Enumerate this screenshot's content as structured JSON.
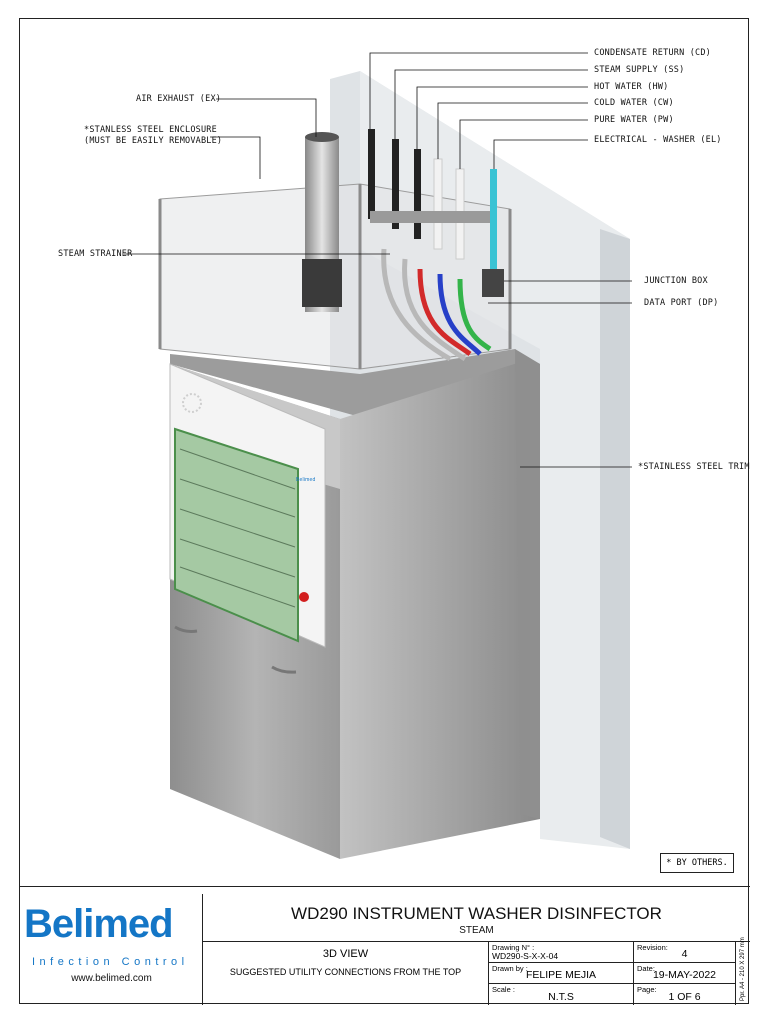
{
  "labels": {
    "condensate_return": "CONDENSATE RETURN (CD)",
    "steam_supply": "STEAM SUPPLY (SS)",
    "hot_water": "HOT WATER (HW)",
    "cold_water": "COLD WATER (CW)",
    "pure_water": "PURE WATER (PW)",
    "electrical_washer": "ELECTRICAL - WASHER (EL)",
    "air_exhaust": "AIR EXHAUST (EX)",
    "enclosure_line1": "*STANLESS STEEL ENCLOSURE",
    "enclosure_line2": "(MUST BE EASILY REMOVABLE)",
    "steam_strainer": "STEAM STRAINER",
    "junction_box": "JUNCTION BOX",
    "data_port": "DATA PORT (DP)",
    "steel_trim": "*STAINLESS STEEL TRIM",
    "by_others": "* BY OTHERS.",
    "machine_brand": "Belimed"
  },
  "colors": {
    "brand_blue": "#1476c6",
    "brand_green": "#2aa845",
    "steel": "#a7a7a7",
    "wall": "#d9dde0",
    "hot_pipe": "#d22a2a",
    "cold_pipe": "#2740c8",
    "pure_pipe": "#34b44a",
    "electric_pipe": "#39c3d4"
  },
  "title_block": {
    "logo_text": "Belimed",
    "logo_subtitle": "Infection Control",
    "website": "www.belimed.com",
    "title": "WD290 INSTRUMENT WASHER DISINFECTOR",
    "subtitle": "STEAM",
    "view": "3D VIEW",
    "description": "SUGGESTED UTILITY CONNECTIONS FROM THE TOP",
    "drawing_no_label": "Drawing N° :",
    "drawing_no": "WD290-S-X-X-04",
    "revision_label": "Revision:",
    "revision": "4",
    "drawn_by_label": "Drawn by :",
    "drawn_by": "FELIPE MEJIA",
    "date_label": "Date:",
    "date": "19-MAY-2022",
    "scale_label": "Scale :",
    "scale": "N.T.S",
    "page_label": "Page:",
    "page": "1 OF 6",
    "paper_size": "Ppr. A4 - 210 X 297 mm"
  }
}
